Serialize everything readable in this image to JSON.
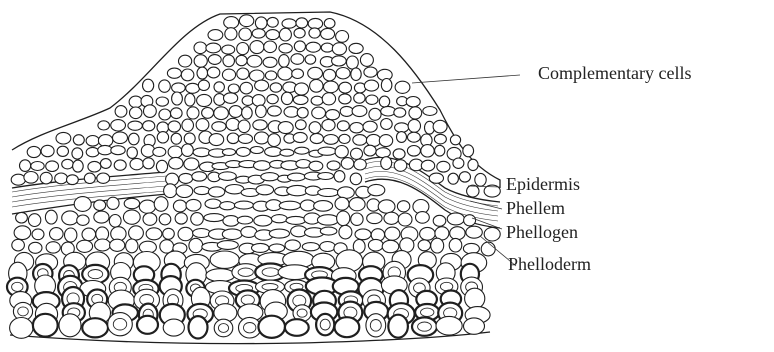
{
  "figure": {
    "labels": [
      {
        "id": "complementary",
        "text": "Complementary cells"
      },
      {
        "id": "epidermis",
        "text": "Epidermis"
      },
      {
        "id": "phellem",
        "text": "Phellem"
      },
      {
        "id": "phellogen",
        "text": "Phellogen"
      },
      {
        "id": "phelloderm",
        "text": "Phelloderm"
      }
    ]
  }
}
